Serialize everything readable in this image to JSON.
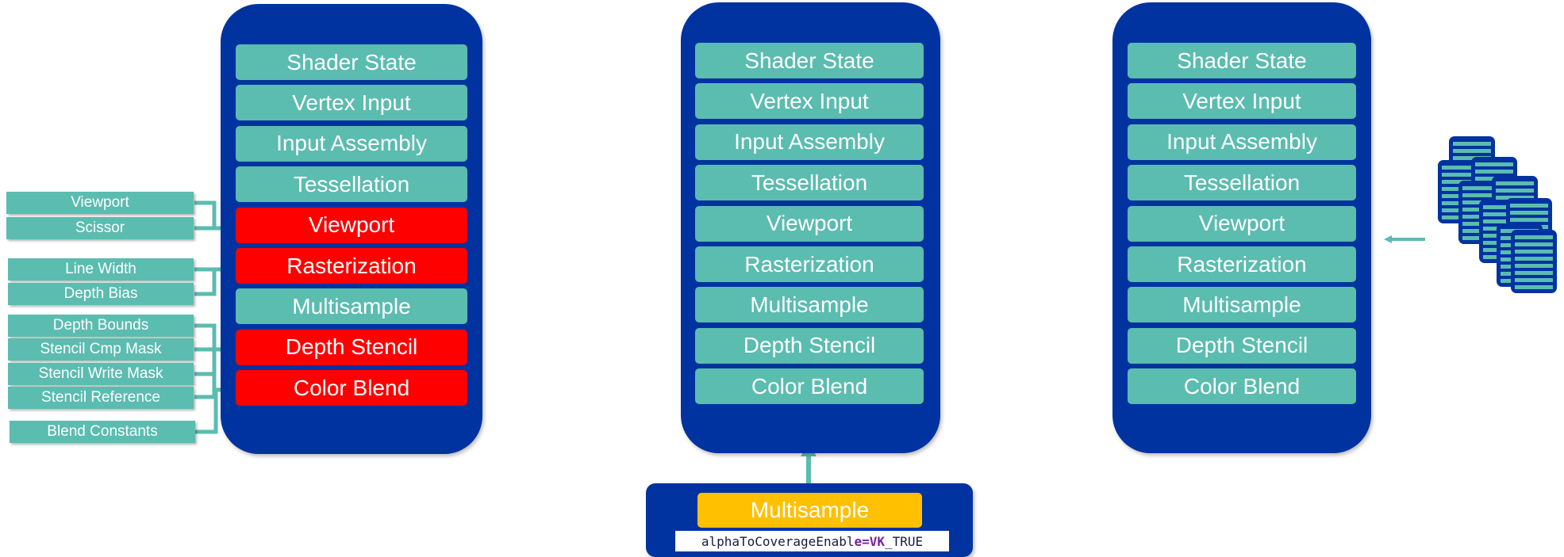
{
  "colors": {
    "panel": "#0033a0",
    "stage": "#5bbcb0",
    "dynamic": "#ff0000",
    "highlight": "#ffc000",
    "connector": "#5bbcb0"
  },
  "pipeline_left": {
    "stages": [
      {
        "label": "Shader State",
        "dynamic": false
      },
      {
        "label": "Vertex Input",
        "dynamic": false
      },
      {
        "label": "Input Assembly",
        "dynamic": false
      },
      {
        "label": "Tessellation",
        "dynamic": false
      },
      {
        "label": "Viewport",
        "dynamic": true
      },
      {
        "label": "Rasterization",
        "dynamic": true
      },
      {
        "label": "Multisample",
        "dynamic": false
      },
      {
        "label": "Depth Stencil",
        "dynamic": true
      },
      {
        "label": "Color Blend",
        "dynamic": true
      }
    ]
  },
  "dynamic_state_tags": [
    "Viewport",
    "Scissor",
    "Line Width",
    "Depth Bias",
    "Depth Bounds",
    "Stencil Cmp Mask",
    "Stencil Write Mask",
    "Stencil Reference",
    "Blend Constants"
  ],
  "pipeline_middle": {
    "stages": [
      "Shader State",
      "Vertex Input",
      "Input Assembly",
      "Tessellation",
      "Viewport",
      "Rasterization",
      "Multisample",
      "Depth  Stencil",
      "Color Blend"
    ]
  },
  "pipeline_right": {
    "stages": [
      "Shader State",
      "Vertex Input",
      "Input Assembly",
      "Tessellation",
      "Viewport",
      "Rasterization",
      "Multisample",
      "Depth  Stencil",
      "Color Blend"
    ]
  },
  "multisample_detail": {
    "label": "Multisample",
    "code_prefix": "alphaToCoverageEnabl",
    "code_bold": "e=VK",
    "code_suffix": "_TRUE"
  },
  "icons": {
    "pipeline_cache": "stacked-pipelines-icon"
  }
}
